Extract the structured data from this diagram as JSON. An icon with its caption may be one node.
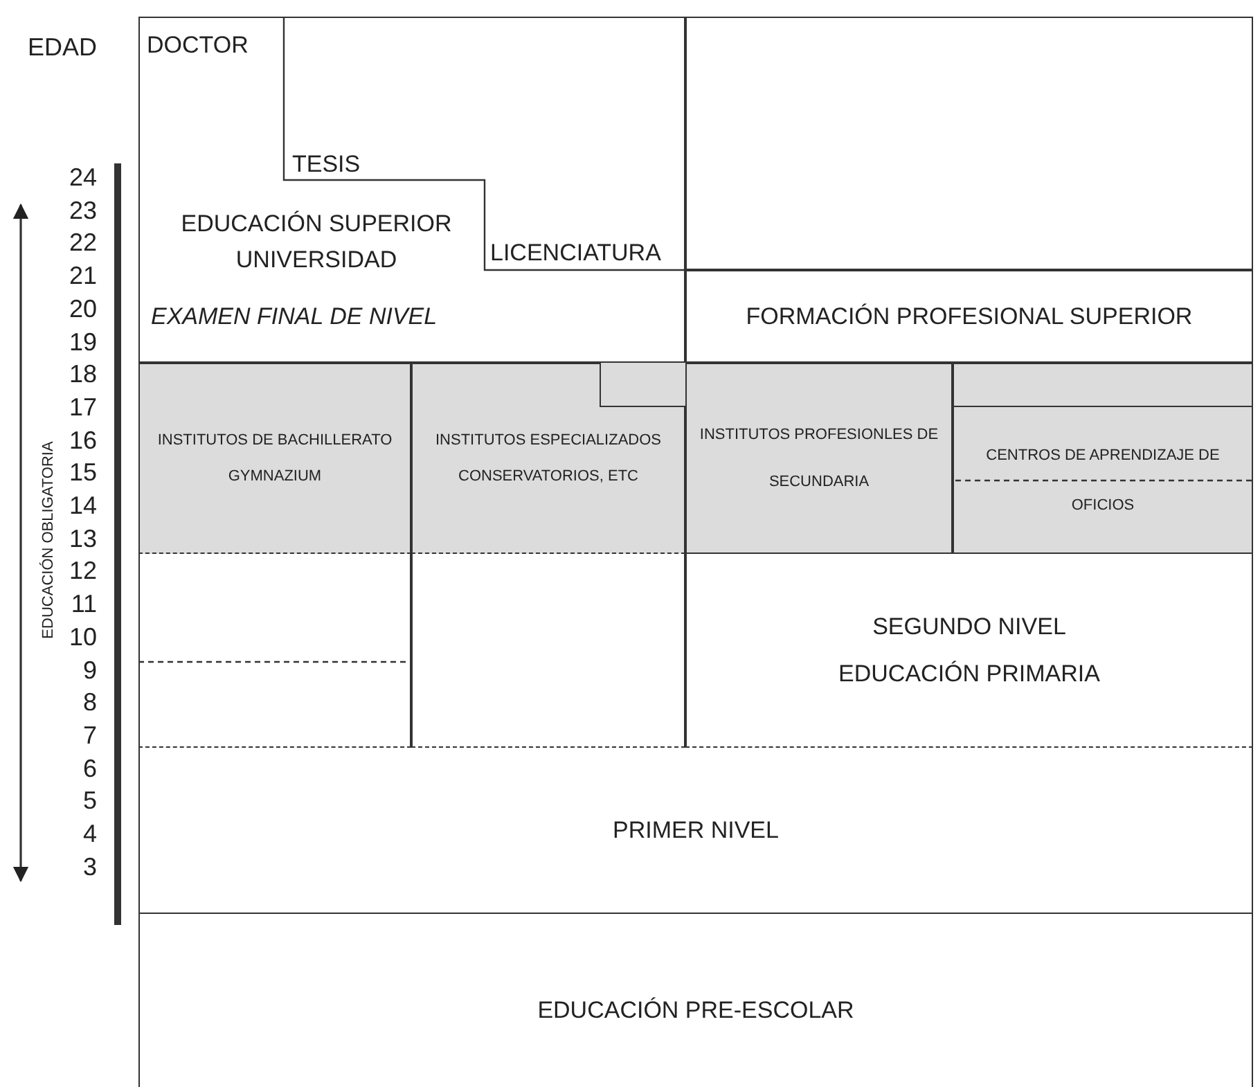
{
  "diagram": {
    "nodes": [
      {
        "text": [
          "DOCTOR",
          "TESIS",
          "EDUCACIÓN SUPERIOR UNIVERSIDAD",
          "LICENCIATURA",
          "EXAMEN FINAL DE NIVEL"
        ]
      },
      {
        "text": [],
        "shape": "box"
      },
      {
        "text": [
          "FORMACIÓN PROFESIONAL SUPERIOR"
        ]
      },
      {
        "text": [
          "INSTITUTOS DE BACHILLERATO",
          "GYMNAZIUM"
        ]
      },
      {
        "text": [
          "INSTITUTOS ESPECIALIZADOS",
          "CONSERVATORIOS, ETC"
        ]
      },
      {
        "text": [],
        "shape": "box",
        "in": 4
      },
      {
        "text": [
          "INSTITUTOS PROFESIONLES DE SECUNDARIA"
        ]
      },
      {
        "text": [],
        "shape": "box"
      },
      {
        "text": [
          "CENTROS DE APRENDIZAJE DE OFICIOS"
        ]
      },
      {
        "text": [],
        "shape": "box"
      },
      {
        "text": [],
        "shape": "box"
      },
      {
        "text": [
          "SEGUNDO NIVEL",
          "EDUCACIÓN PRIMARIA"
        ]
      },
      {
        "text": [
          "PRIMER NIVEL"
        ]
      },
      {
        "text": [
          "EDUCACIÓN PRE-ESCOLAR"
        ]
      }
    ],
    "labels": [
      "EDAD",
      "24",
      "23",
      "22",
      "21",
      "20",
      "19",
      "18",
      "17",
      "16",
      "15",
      "14",
      "13",
      "12",
      "11",
      "10",
      "9",
      "8",
      "7",
      "6",
      "5",
      "4",
      "3",
      "EDUCACIÓN OBLIGATORIA"
    ]
  }
}
